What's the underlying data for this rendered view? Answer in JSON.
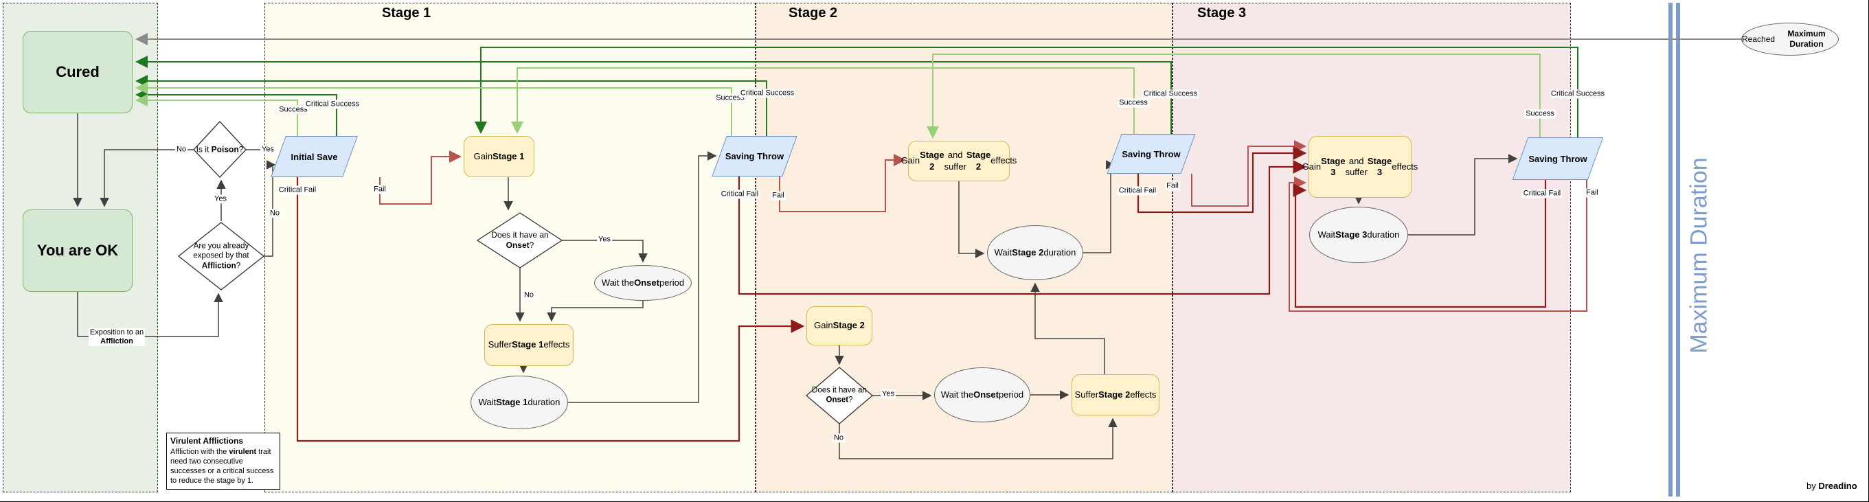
{
  "stages": [
    {
      "label": "Stage 1"
    },
    {
      "label": "Stage 2"
    },
    {
      "label": "Stage 3"
    }
  ],
  "nodes": {
    "cured": "Cured",
    "you_are_ok": "You are OK",
    "poison_q": "Is it **Poison**?",
    "exposed_q": "Are you already\nexposed by that\n**Affliction**?",
    "initial_save": "Initial Save",
    "saving_throw": "Saving Throw",
    "gain_stage_1": "Gain **Stage 1**",
    "onset_q": "Does it have an\n**Onset**?",
    "wait_onset": "Wait the **Onset** period",
    "suffer_1": "Suffer **Stage 1** effects",
    "wait_duration_1": "Wait **Stage 1** duration",
    "gain_suffer_2": "Gain **Stage 2** and\nsuffer **Stage 2** effects",
    "wait_duration_2": "Wait **Stage 2** duration",
    "gain_2": "Gain **Stage 2**",
    "suffer_2": "Suffer **Stage 2** effects",
    "gain_suffer_3": "Gain **Stage 3** and\nsuffer **Stage 3** effects",
    "wait_duration_3": "Wait **Stage 3** duration",
    "reached_max": "Reached\n**Maximum Duration**",
    "max_duration": "Maximum Duration"
  },
  "labels": {
    "success": "Success",
    "critical_success": "Critical Success",
    "fail": "Fail",
    "critical_fail": "Critical Fail",
    "yes": "Yes",
    "no": "No",
    "exposition": "Exposition to an\n**Affliction**"
  },
  "note": {
    "title": "Virulent Afflictions",
    "body": "Affliction with the **virulent** trait need two consecutive successes or a critical success to reduce the stage by 1."
  },
  "credit": {
    "prefix": "by ",
    "author": "Dreadino"
  },
  "colors": {
    "success": "#97d077",
    "critical_success": "#1e7a1e",
    "fail": "#b85450",
    "critical_fail": "#8f1a1a",
    "max_duration_line": "#8a8a8a",
    "max_duration_bar": "#7d9cce",
    "stage1_bg": "#fffdf0",
    "stage2_bg": "#fcefe0",
    "stage3_bg": "#f6e8e8",
    "start_bg": "#e8efe5",
    "node_green": "#d5e8d4",
    "node_yellow": "#fff2cc",
    "node_blue": "#dae8fc",
    "node_gray": "#f5f5f5"
  }
}
